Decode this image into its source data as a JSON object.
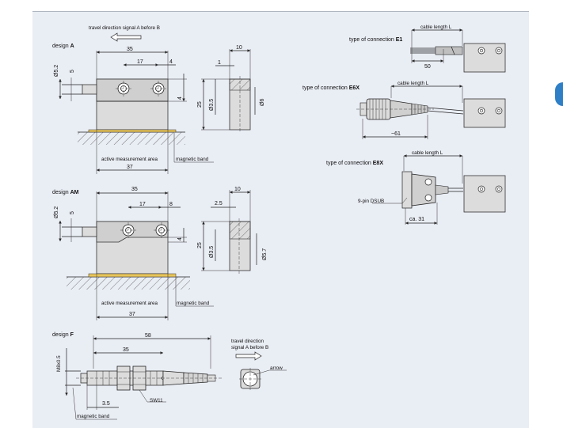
{
  "colors": {
    "sheet_bg": "#e9edf4",
    "accent_tab": "#2e7fc6",
    "sensor_body": "#dcdcdc",
    "magnet_band": "#e8c55a"
  },
  "design_a": {
    "title_prefix": "design ",
    "title_bold": "A",
    "travel_direction": "travel direction signal A before B",
    "dims": {
      "width": "35",
      "hole_spacing": "17",
      "hole_offset": "4",
      "depth": "10",
      "slot": "1",
      "height": "25",
      "hole_dia": "Ø3.5",
      "side_dia": "Ø6",
      "top_dia": "Ø5.2",
      "top_offset": "5",
      "step": "4",
      "active_width": "37"
    },
    "active_area_label": "active measurement area",
    "magnetic_band_label": "magnetic band"
  },
  "design_am": {
    "title_prefix": "design ",
    "title_bold": "AM",
    "dims": {
      "width": "35",
      "hole_spacing": "17",
      "hole_offset": "8",
      "depth": "10",
      "slot": "2.5",
      "height": "25",
      "hole_dia": "Ø3.5",
      "side_dia": "Ø5.7",
      "top_dia": "Ø5.2",
      "top_offset": "5",
      "step": "4",
      "active_width": "37"
    },
    "active_area_label": "active measurement area",
    "magnetic_band_label": "magnetic band"
  },
  "design_f": {
    "title_prefix": "design ",
    "title_bold": "F",
    "thread": "M8x0.5",
    "dims": {
      "length": "58",
      "body": "35",
      "tip": "3.5"
    },
    "wrench": "SW11",
    "magnetic_band_label": "magnetic band",
    "travel_direction_line1": "travel direction",
    "travel_direction_line2": "signal A before B",
    "arrow_label": "arrow"
  },
  "connections": {
    "e1": {
      "label_prefix": "type of connection ",
      "label_bold": "E1",
      "cable": "cable length L",
      "dim": "50"
    },
    "e6x": {
      "label_prefix": "type of connection ",
      "label_bold": "E6X",
      "cable": "cable length L",
      "dim": "~61"
    },
    "e8x": {
      "label_prefix": "type of connection ",
      "label_bold": "E8X",
      "cable": "cable length L",
      "dim": "ca. 31",
      "connector": "9-pin DSUB"
    }
  }
}
